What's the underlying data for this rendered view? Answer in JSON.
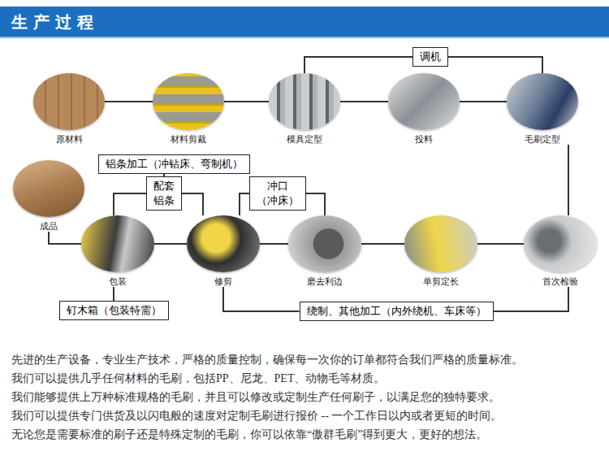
{
  "diagram": {
    "title": "生产过程",
    "nodes": [
      {
        "text": [
          "调机"
        ]
      },
      {
        "text": [
          "原材料"
        ]
      },
      {
        "text": [
          "材料剪裁"
        ]
      },
      {
        "text": [
          "模具定型"
        ]
      },
      {
        "text": [
          "投料"
        ]
      },
      {
        "text": [
          "毛刷定型"
        ]
      },
      {
        "text": [
          "铝条加工（冲钻床、弯制机）"
        ]
      },
      {
        "text": [
          "成品"
        ]
      },
      {
        "text": [
          "配套 铝条"
        ]
      },
      {
        "text": [
          "冲口 （冲床）"
        ]
      },
      {
        "text": [
          "包装"
        ]
      },
      {
        "text": [
          "修剪"
        ]
      },
      {
        "text": [
          "磨去利边"
        ]
      },
      {
        "text": [
          "单剪定长"
        ]
      },
      {
        "text": [
          "首次检验"
        ]
      },
      {
        "text": [
          "钉木箱（包装特需）"
        ]
      },
      {
        "text": [
          "绕制、其他加工（内外绕机、车床等）"
        ]
      }
    ],
    "edges": [
      {
        "from": 1,
        "to": 2,
        "arrow": "none"
      },
      {
        "from": 2,
        "to": 3,
        "arrow": "none"
      },
      {
        "from": 3,
        "to": 4,
        "arrow": "none"
      },
      {
        "from": 4,
        "to": 5,
        "arrow": "none"
      },
      {
        "from": 3,
        "to": 0,
        "arrow": "none"
      },
      {
        "from": 0,
        "to": 5,
        "arrow": "none"
      },
      {
        "from": 5,
        "to": 14,
        "arrow": "none"
      },
      {
        "from": 14,
        "to": 13,
        "arrow": "none"
      },
      {
        "from": 13,
        "to": 12,
        "arrow": "none"
      },
      {
        "from": 12,
        "to": 11,
        "arrow": "none"
      },
      {
        "from": 11,
        "to": 10,
        "arrow": "none"
      },
      {
        "from": 10,
        "to": 7,
        "arrow": "none"
      },
      {
        "from": 6,
        "to": 8,
        "arrow": "none"
      },
      {
        "from": 8,
        "to": 10,
        "arrow": "none"
      },
      {
        "from": 8,
        "to": 11,
        "arrow": "none"
      },
      {
        "from": 9,
        "to": 11,
        "arrow": "none"
      },
      {
        "from": 9,
        "to": 12,
        "arrow": "none"
      },
      {
        "from": 10,
        "to": 15,
        "arrow": "none"
      },
      {
        "from": 11,
        "to": 16,
        "arrow": "none"
      },
      {
        "from": 16,
        "to": 14,
        "arrow": "none"
      }
    ],
    "labels": [
      "先进的生产设备，专业生产技术，严格的质量控制，确保每一次你的订单都符合我们严格的质量标准。",
      "我们可以提供几乎任何材料的毛刷，包括PP、尼龙、PET、动物毛等材质。",
      "我们能够提供上万种标准规格的毛刷，并且可以修改或定制生产任何刷子，以满足您的独特要求。",
      "我们可以提供专门供货及以闪电般的速度对定制毛刷进行报价 -- 一个工作日以内或者更短的时间。",
      "无论您是需要标准的刷子还是特殊定制的毛刷，你可以依靠“傲群毛刷”得到更大，更好的想法。"
    ]
  }
}
